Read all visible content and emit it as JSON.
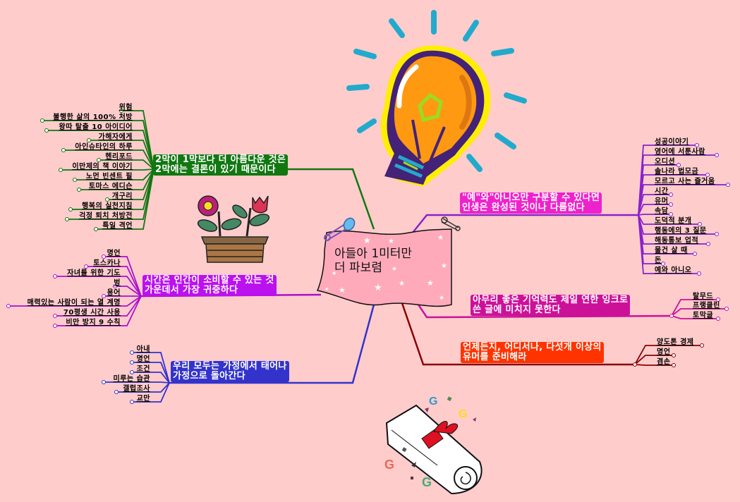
{
  "central": {
    "title_line1": "아들아 1미터만",
    "title_line2": "더 파보렴",
    "fill_color": "#ffaabb"
  },
  "branches": [
    {
      "id": "green",
      "color": "#117711",
      "line1": "2막이 1막보다 더 아름다운 것은",
      "line2": "2막에는 결론이 있기 때문이다",
      "leaves": [
        "위험",
        "불행한 삶의 100% 처방",
        "왕따 탈출 10 아이디어",
        "가해자에게",
        "아인슈타인의 하루",
        "헨리포드",
        "이만제의 책 이야기",
        "노먼 빈센트 필",
        "토마스 에디슨",
        "개구리",
        "행복의 실천지침",
        "걱정 퇴치 처방전",
        "특일 격언"
      ]
    },
    {
      "id": "purple",
      "color": "#bb11ee",
      "line1": "시간은 인간이 소비할 수 있는 것",
      "line2": "가운데서 가장 귀중하다",
      "leaves": [
        "명언",
        "토스카나",
        "자녀를 위한 기도",
        "벙",
        "용어",
        "매력있는 사람이 되는 열 계명",
        "70평생 시간 사용",
        "비만 방지 9 수칙"
      ]
    },
    {
      "id": "blue",
      "color": "#3333cc",
      "line1": "우리 모두는 가정에서 태어나",
      "line2": "가정으로 돌아간다",
      "leaves": [
        "아내",
        "명언",
        "조건",
        "미루는 습관",
        "갤럽조사",
        "교만"
      ]
    },
    {
      "id": "magenta",
      "color": "#ee22cc",
      "line_color": "#8822cc",
      "line1": "\"예\"와\"아니오만 구분할 수 있다면",
      "line2": "인생은 완성된 것이나 다름없다",
      "leaves": [
        "성공이야기",
        "영어에 서툰사람",
        "오디션",
        "솔나라 법모금",
        "모르고 사는 즐거움",
        "시간",
        "유머",
        "속담",
        "도덕적 분개",
        "행동에의 3 질문",
        "해동통보 업적",
        "물건 살 때",
        "돈",
        "예와 아니오"
      ]
    },
    {
      "id": "crimson",
      "color": "#cc1199",
      "line1": "아무리 좋은 기억력도 제일 연한 잉크로",
      "line2": "쓴 글에 미치지 못한다",
      "leaves": [
        "탈무드",
        "프랭클린",
        "토막글"
      ]
    },
    {
      "id": "orange",
      "color": "#ff3300",
      "line_color": "#880000",
      "line1": "언제든지, 어디서나, 다섯개 이상의",
      "line2": "유머를 준비해라",
      "leaves": [
        "양도톤 경제",
        "명언",
        "겸손"
      ]
    }
  ],
  "clipart": {
    "lightbulb": "lightbulb-icon",
    "flowerpot": "flowerpot-icon",
    "diploma": "diploma-scroll-icon",
    "safety_pins": "safety-pin-icon"
  },
  "colors": {
    "background": "#ffcccc",
    "green": "#117711",
    "purple": "#bb11ee",
    "blue": "#3333cc",
    "magenta": "#ee22cc",
    "crimson": "#cc1199",
    "orange": "#ff3300"
  }
}
